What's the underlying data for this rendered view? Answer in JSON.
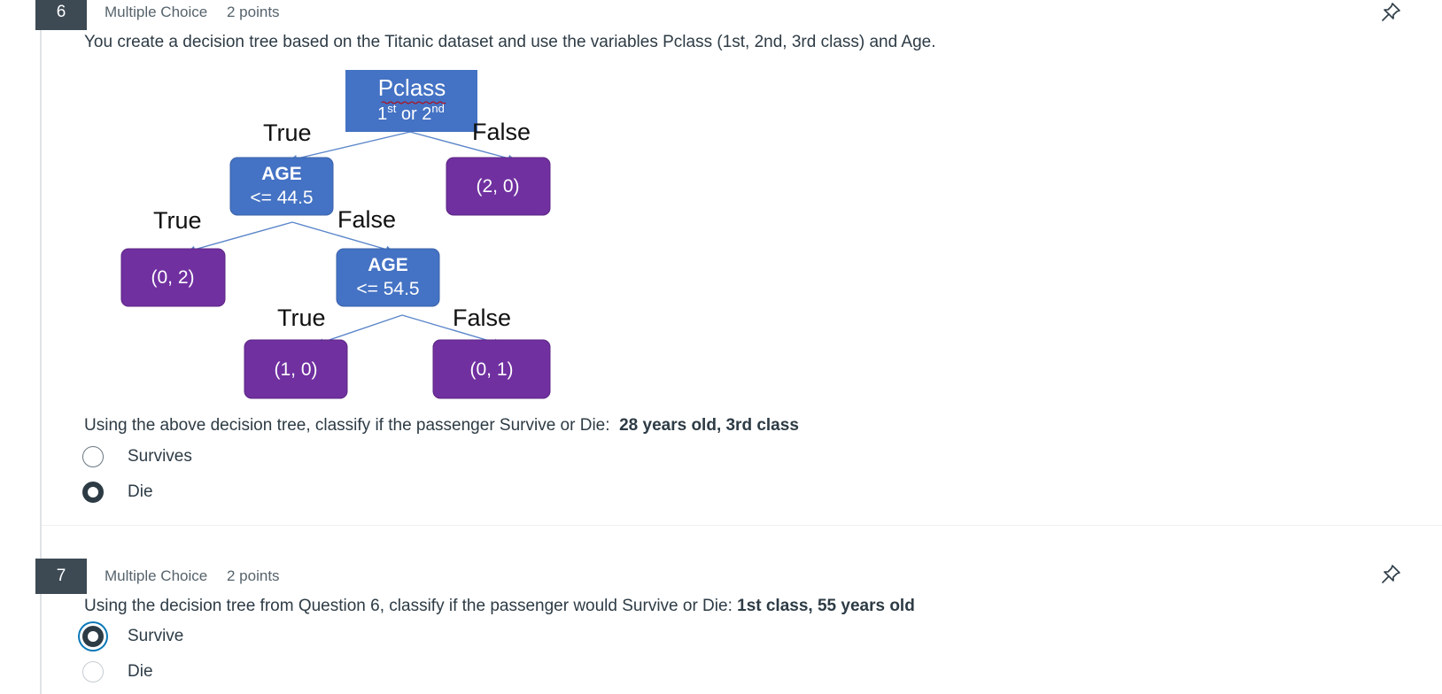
{
  "questions": [
    {
      "number": "6",
      "type": "Multiple Choice",
      "points": "2 points",
      "prompt": "You create a decision tree based on the Titanic dataset and use the variables Pclass (1st, 2nd, 3rd class) and Age.",
      "question_text": "Using the above decision tree, classify if the passenger Survive or Die:",
      "question_bold": "28 years old, 3rd class",
      "options": [
        {
          "label": "Survives",
          "selected": false
        },
        {
          "label": "Die",
          "selected": true
        }
      ]
    },
    {
      "number": "7",
      "type": "Multiple Choice",
      "points": "2 points",
      "question_text": "Using the decision tree from Question 6, classify if the passenger would Survive or Die:",
      "question_bold": "1st class, 55 years old",
      "options": [
        {
          "label": "Survive",
          "selected": true
        },
        {
          "label": "Die",
          "selected": false
        }
      ]
    }
  ],
  "tree": {
    "root": {
      "title": "Pclass",
      "cond_1": "1",
      "sup_1": "st",
      "mid": " or 2",
      "sup_2": "nd"
    },
    "age1": {
      "title": "AGE",
      "cond": "<= 44.5"
    },
    "age2": {
      "title": "AGE",
      "cond": "<= 54.5"
    },
    "leaf_right": "(2, 0)",
    "leaf_left": "(0, 2)",
    "leaf_a": "(1, 0)",
    "leaf_b": "(0, 1)",
    "edge_labels": {
      "root_true": "True",
      "root_false": "False",
      "age1_true": "True",
      "age1_false": "False",
      "age2_true": "True",
      "age2_false": "False"
    }
  },
  "icons": {
    "pin": "pin-icon"
  },
  "colors": {
    "blue_node": "#4472c4",
    "purple_leaf": "#7030a0",
    "number_badge": "#3d4a54",
    "focus_ring": "#0b78b7"
  }
}
